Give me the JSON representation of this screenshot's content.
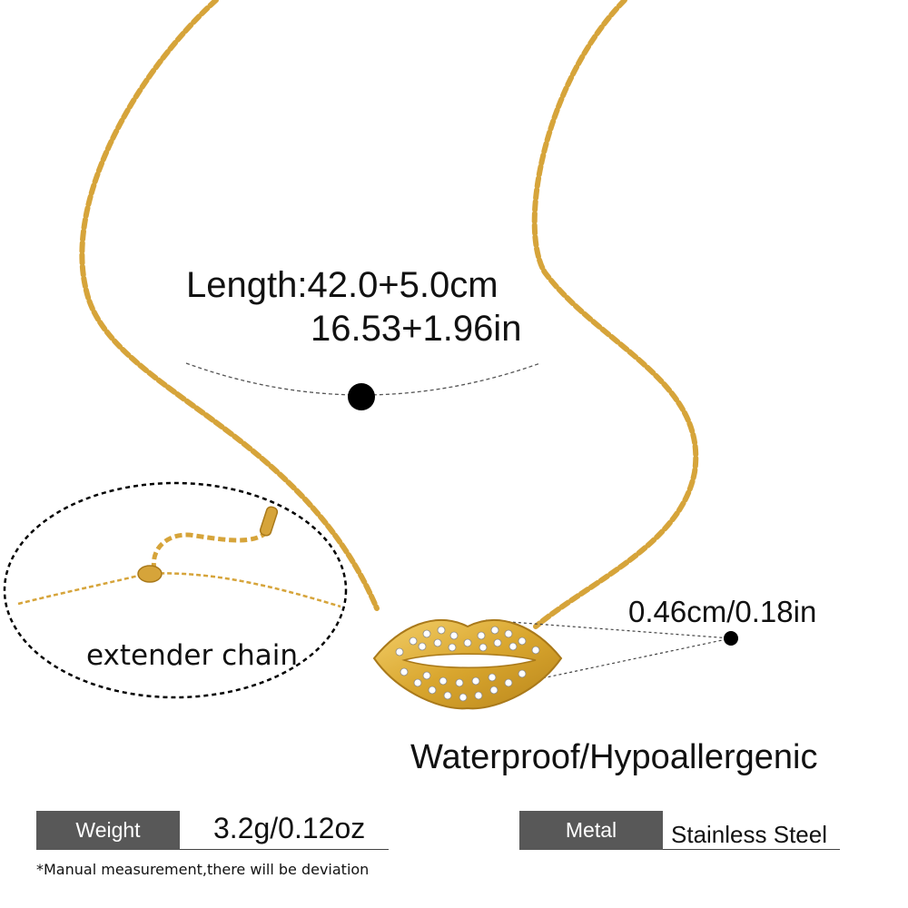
{
  "measurements": {
    "length_cm": "Length:42.0+5.0cm",
    "length_in": "16.53+1.96in",
    "pendant_size": "0.46cm/0.18in"
  },
  "extender": {
    "label": "extender chain"
  },
  "features": "Waterproof/Hypoallergenic",
  "specs": {
    "weight_label": "Weight",
    "weight_value": "3.2g/0.12oz",
    "metal_label": "Metal",
    "metal_value": "Stainless Steel"
  },
  "footnote": "*Manual measurement,there will be deviation",
  "colors": {
    "gold": "#d9a62e",
    "label_background": "#585858",
    "text": "#111111"
  }
}
